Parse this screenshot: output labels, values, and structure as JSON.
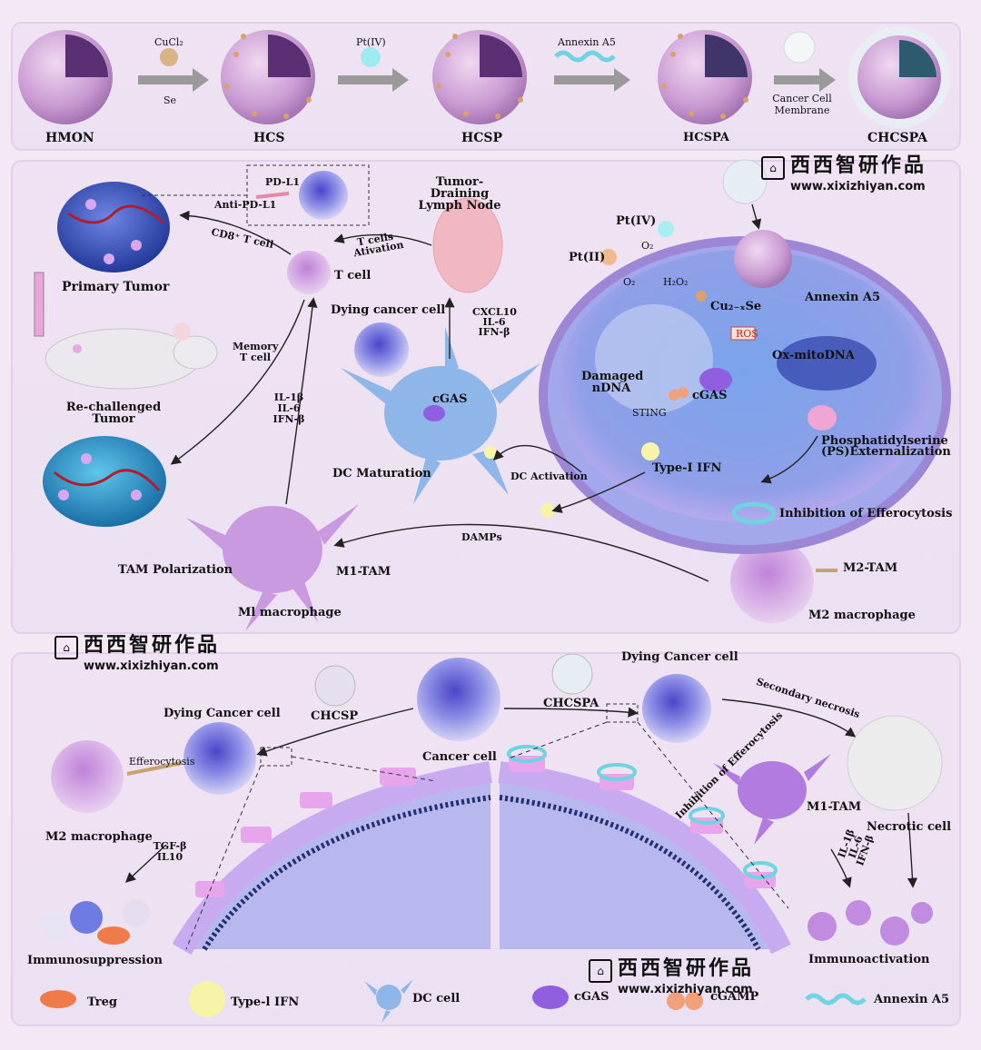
{
  "synthesis": {
    "stages": [
      "HMON",
      "HCS",
      "HCSP",
      "HCSPA",
      "CHCSPA"
    ],
    "steps": [
      {
        "top": "CuCl₂",
        "bottom": "Se"
      },
      {
        "top": "Pt(IV)",
        "bottom": ""
      },
      {
        "top": "Annexin A5",
        "bottom": ""
      },
      {
        "top": "",
        "bottom": "Cancer Cell Membrane"
      }
    ]
  },
  "watermark": {
    "cn": "西西智研作品",
    "url": "www.xixizhiyan.com",
    "logo": "西西智研"
  },
  "middle": {
    "pdl1": "PD-L1",
    "anti_pdl1": "Anti-PD-L1",
    "cd8": "CD8⁺ T cell",
    "primary_tumor": "Primary Tumor",
    "rechallenged": "Re-challenged Tumor",
    "memory": "Memory T cell",
    "tcell": "T cell",
    "tcells_activation": "T cells Ativation",
    "lymph": "Tumor-Draining Lymph Node",
    "dying": "Dying cancer cell",
    "cytokines1": "CXCL10 IL-6 IFN-β",
    "cgas_dc": "cGAS",
    "dc_maturation": "DC Maturation",
    "cytokines2": "IL-1β IL-6 IFN-β",
    "dc_activation": "DC Activation",
    "tam_polarization": "TAM Polarization",
    "m1tam": "M1-TAM",
    "m1_macrophage": "Ml macrophage",
    "damps": "DAMPs",
    "m2tam": "M2-TAM",
    "m2_macrophage": "M2 macrophage",
    "cell": {
      "ptiv": "Pt(IV)",
      "ptii": "Pt(II)",
      "o2": "O₂",
      "o2b": "O₂",
      "h2o2": "H₂O₂",
      "cuse": "Cu₂₋ₓSe",
      "annexin": "Annexin A5",
      "ros": "ROS",
      "oxmito": "Ox-mitoDNA",
      "damaged": "Damaged nDNA",
      "cgas": "cGAS",
      "sting": "STING",
      "typei": "Type-I IFN",
      "ps": "Phosphatidylserine (PS)Externalization",
      "efferocytosis": "Inhibition of Efferocytosis"
    }
  },
  "bottom": {
    "chcsp": "CHCSP",
    "chcspa": "CHCSPA",
    "dying_left": "Dying Cancer cell",
    "dying_right": "Dying Cancer cell",
    "cancer_cell": "Cancer cell",
    "efferocytosis": "Efferocytosis",
    "m2": "M2 macrophage",
    "tgf": "TGF-β IL10",
    "immunosuppression": "Immunosuppression",
    "secondary": "Secondary necrosis",
    "inhibition": "Inhibition of Efferocytosis",
    "m1tam": "M1-TAM",
    "necrotic": "Necrotic cell",
    "il": "IL-1β IL-6 IFN-β",
    "immunoactivation": "Immunoactivation"
  },
  "legend": [
    {
      "label": "Treg",
      "icon": "treg-icon"
    },
    {
      "label": "Type-l IFN",
      "icon": "type-i-ifn-icon"
    },
    {
      "label": "DC cell",
      "icon": "dc-cell-icon"
    },
    {
      "label": "cGAS",
      "icon": "cgas-icon"
    },
    {
      "label": "cGAMP",
      "icon": "cgamp-icon"
    },
    {
      "label": "Annexin A5",
      "icon": "annexin-icon"
    }
  ],
  "colors": {
    "panel": "#ece1f2",
    "cell": "#9ea6ea",
    "nano": "#c79ad0",
    "arrow": "#8a8a8a"
  }
}
